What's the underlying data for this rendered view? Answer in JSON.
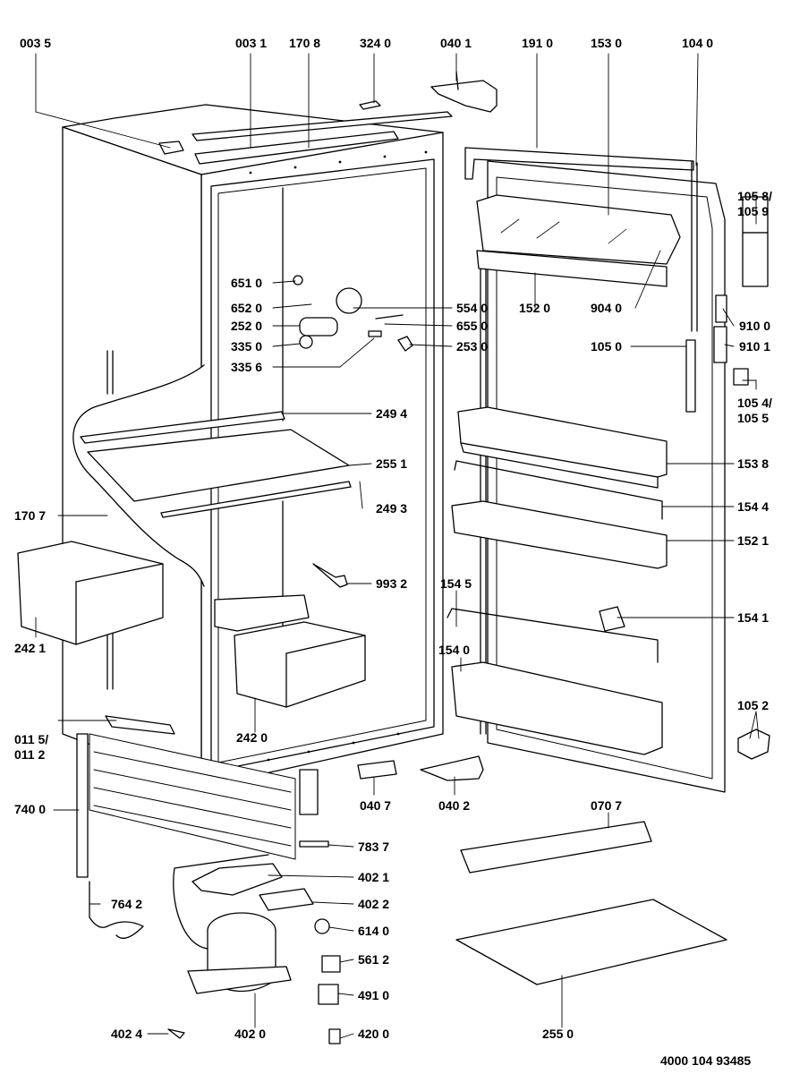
{
  "diagram": {
    "document_number": "4000 104 93485",
    "callouts": [
      {
        "id": "c0035",
        "text": "003 5"
      },
      {
        "id": "c0031",
        "text": "003 1"
      },
      {
        "id": "c1708",
        "text": "170 8"
      },
      {
        "id": "c3240",
        "text": "324 0"
      },
      {
        "id": "c0401",
        "text": "040 1"
      },
      {
        "id": "c1910",
        "text": "191 0"
      },
      {
        "id": "c1530",
        "text": "153 0"
      },
      {
        "id": "c1040",
        "text": "104 0"
      },
      {
        "id": "c1058",
        "text": "105 8/\n105 9"
      },
      {
        "id": "c6510",
        "text": "651 0"
      },
      {
        "id": "c6520",
        "text": "652 0"
      },
      {
        "id": "c2520",
        "text": "252 0"
      },
      {
        "id": "c3350",
        "text": "335 0"
      },
      {
        "id": "c3356",
        "text": "335 6"
      },
      {
        "id": "c5540",
        "text": "554 0"
      },
      {
        "id": "c6550",
        "text": "655 0"
      },
      {
        "id": "c2530",
        "text": "253 0"
      },
      {
        "id": "c1520",
        "text": "152 0"
      },
      {
        "id": "c9040",
        "text": "904 0"
      },
      {
        "id": "c9100",
        "text": "910 0"
      },
      {
        "id": "c9101",
        "text": "910 1"
      },
      {
        "id": "c1050",
        "text": "105 0"
      },
      {
        "id": "c1054",
        "text": "105 4/\n105 5"
      },
      {
        "id": "c2494",
        "text": "249 4"
      },
      {
        "id": "c2551",
        "text": "255 1"
      },
      {
        "id": "c1538",
        "text": "153 8"
      },
      {
        "id": "c1707",
        "text": "170 7"
      },
      {
        "id": "c2493",
        "text": "249 3"
      },
      {
        "id": "c1544",
        "text": "154 4"
      },
      {
        "id": "c1521",
        "text": "152 1"
      },
      {
        "id": "c9932",
        "text": "993 2"
      },
      {
        "id": "c1545",
        "text": "154 5"
      },
      {
        "id": "c2421",
        "text": "242 1"
      },
      {
        "id": "c1541",
        "text": "154 1"
      },
      {
        "id": "c1540",
        "text": "154 0"
      },
      {
        "id": "c1052",
        "text": "105 2"
      },
      {
        "id": "c0115",
        "text": "011 5/\n011 2"
      },
      {
        "id": "c2420",
        "text": "242 0"
      },
      {
        "id": "c7400",
        "text": "740 0"
      },
      {
        "id": "c0407",
        "text": "040 7"
      },
      {
        "id": "c0402",
        "text": "040 2"
      },
      {
        "id": "c0707",
        "text": "070 7"
      },
      {
        "id": "c7837",
        "text": "783 7"
      },
      {
        "id": "c4021",
        "text": "402 1"
      },
      {
        "id": "c4022",
        "text": "402 2"
      },
      {
        "id": "c7642",
        "text": "764 2"
      },
      {
        "id": "c6140",
        "text": "614 0"
      },
      {
        "id": "c5612",
        "text": "561 2"
      },
      {
        "id": "c4910",
        "text": "491 0"
      },
      {
        "id": "c4024",
        "text": "402 4"
      },
      {
        "id": "c4020",
        "text": "402 0"
      },
      {
        "id": "c4200",
        "text": "420 0"
      },
      {
        "id": "c2550",
        "text": "255 0"
      }
    ]
  }
}
